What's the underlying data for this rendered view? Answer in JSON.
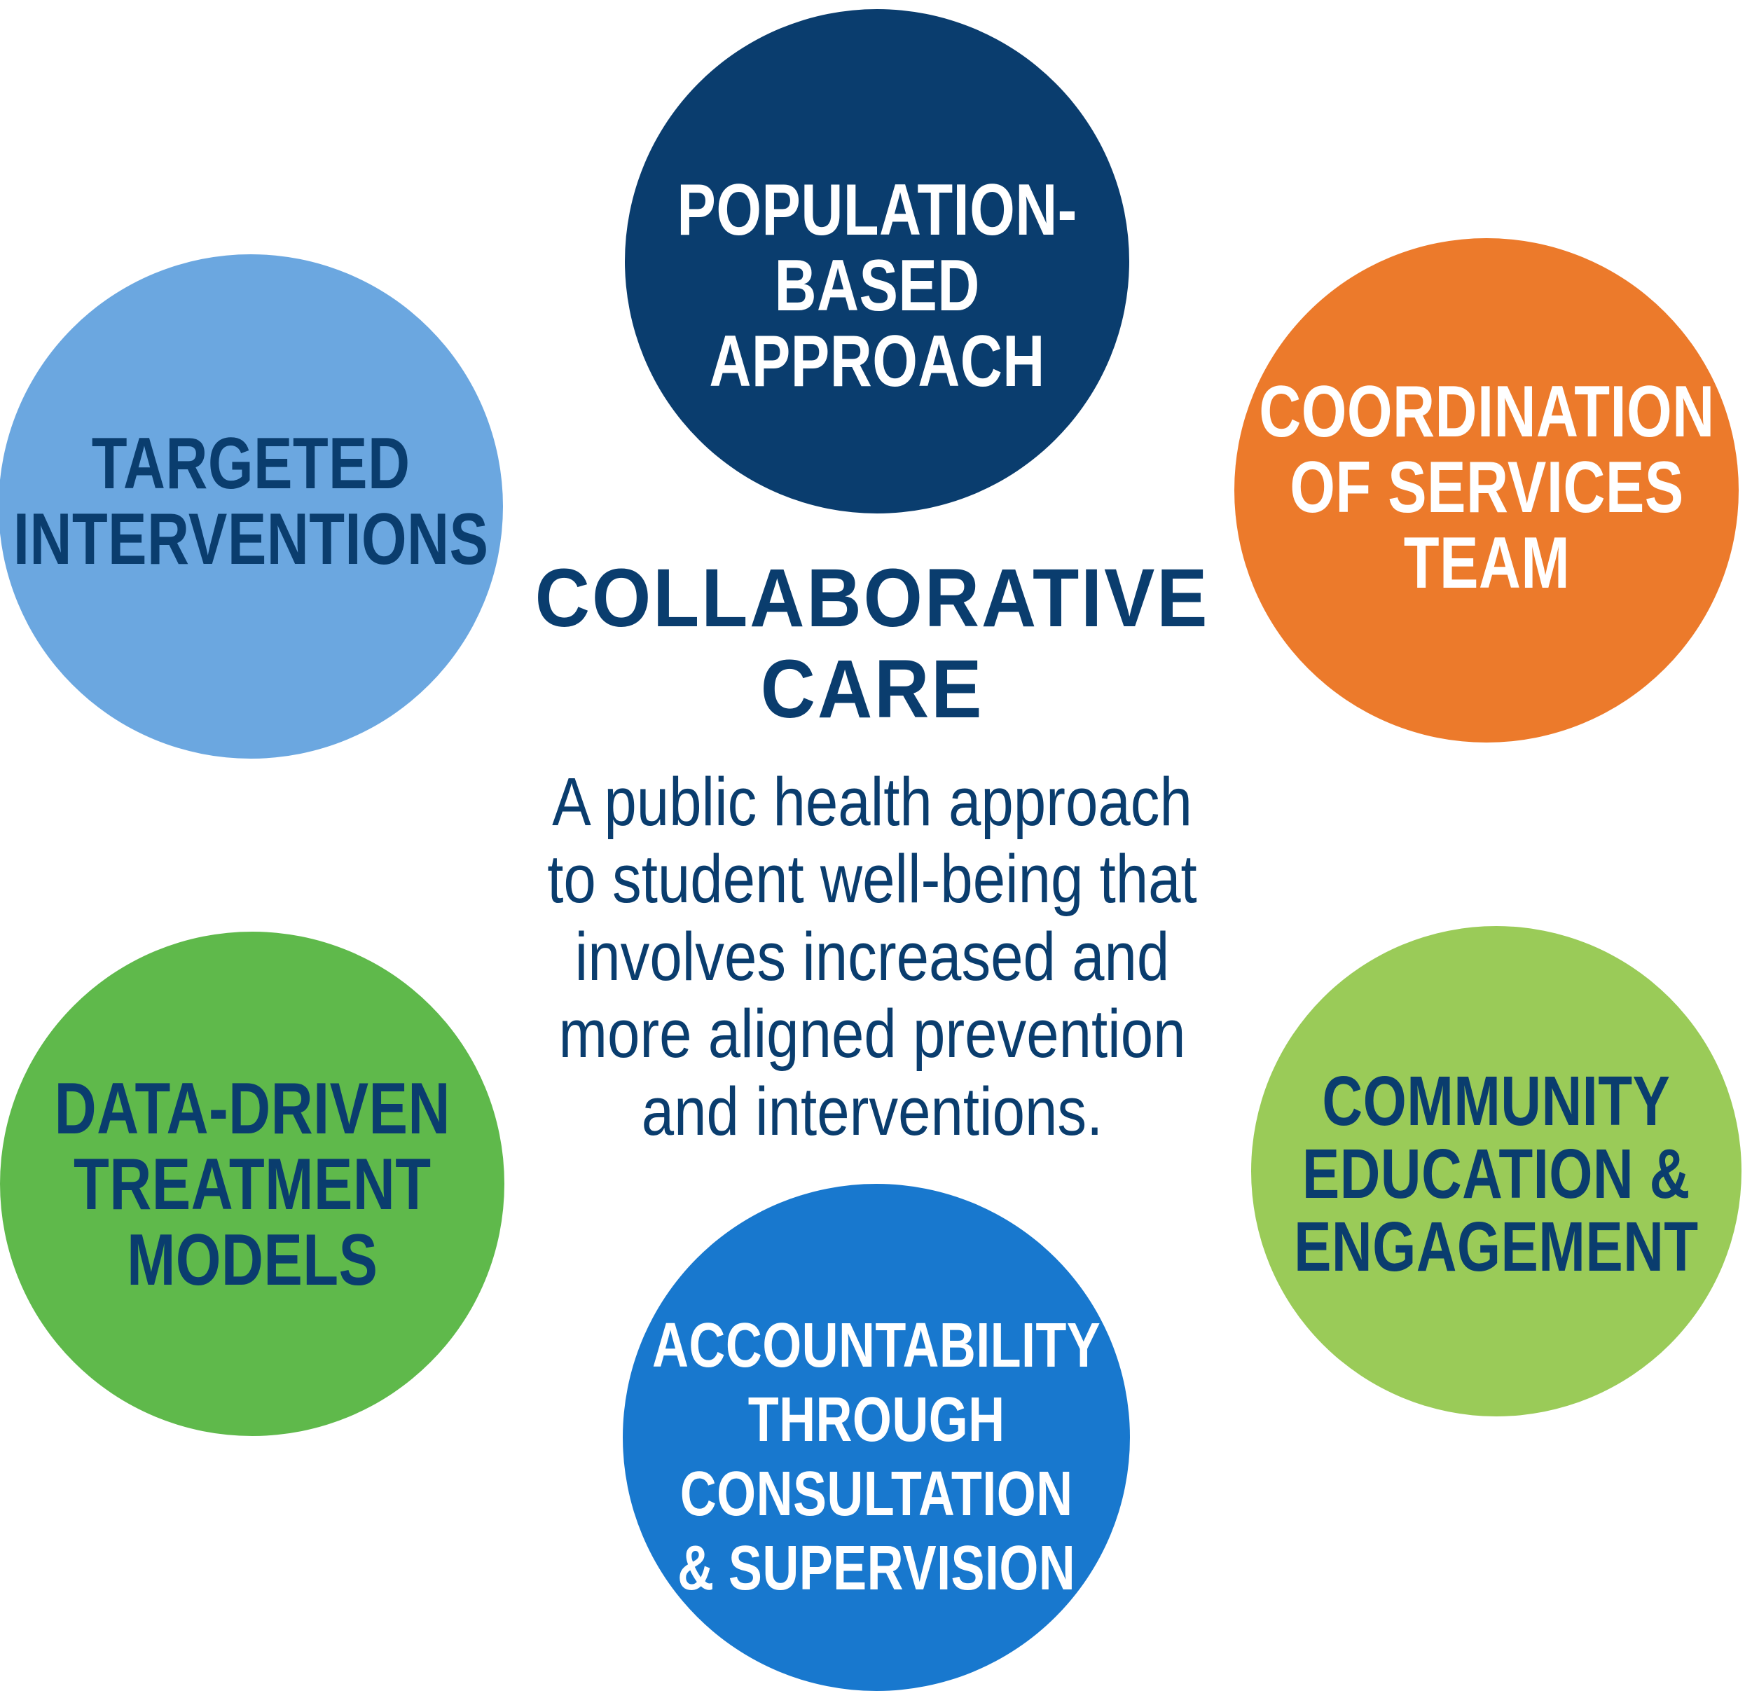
{
  "diagram": {
    "title": "COLLABORATIVE\nCARE",
    "description": "A public health approach\nto student well-being that\ninvolves increased and\nmore aligned prevention\nand interventions.",
    "colors": {
      "navy": "#0A3D6E",
      "light_blue": "#6BA7E0",
      "orange": "#EC7A2B",
      "green": "#5FB94B",
      "light_green": "#9ACB58",
      "blue": "#1878CE",
      "white": "#FFFFFF",
      "background": "#FFFFFF"
    },
    "bubbles": [
      {
        "id": "population-based-approach",
        "label": "POPULATION-\nBASED\nAPPROACH",
        "fill": "#0A3D6E",
        "text_color": "#FFFFFF",
        "position": "top-center"
      },
      {
        "id": "targeted-interventions",
        "label": "TARGETED\nINTERVENTIONS",
        "fill": "#6BA7E0",
        "text_color": "#0A3D6E",
        "position": "upper-left"
      },
      {
        "id": "coordination-of-services-team",
        "label": "COORDINATION\nOF SERVICES\nTEAM",
        "fill": "#EC7A2B",
        "text_color": "#FFFFFF",
        "position": "upper-right"
      },
      {
        "id": "data-driven-treatment-models",
        "label": "DATA-DRIVEN\nTREATMENT\nMODELS",
        "fill": "#5FB94B",
        "text_color": "#0A3D6E",
        "position": "lower-left"
      },
      {
        "id": "community-education-and-engagement",
        "label": "COMMUNITY\nEDUCATION &\nENGAGEMENT",
        "fill": "#9ACB58",
        "text_color": "#0A3D6E",
        "position": "lower-right"
      },
      {
        "id": "accountability-through-consultation-and-supervision",
        "label": "ACCOUNTABILITY\nTHROUGH\nCONSULTATION\n& SUPERVISION",
        "fill": "#1878CE",
        "text_color": "#FFFFFF",
        "position": "bottom-center"
      }
    ]
  }
}
